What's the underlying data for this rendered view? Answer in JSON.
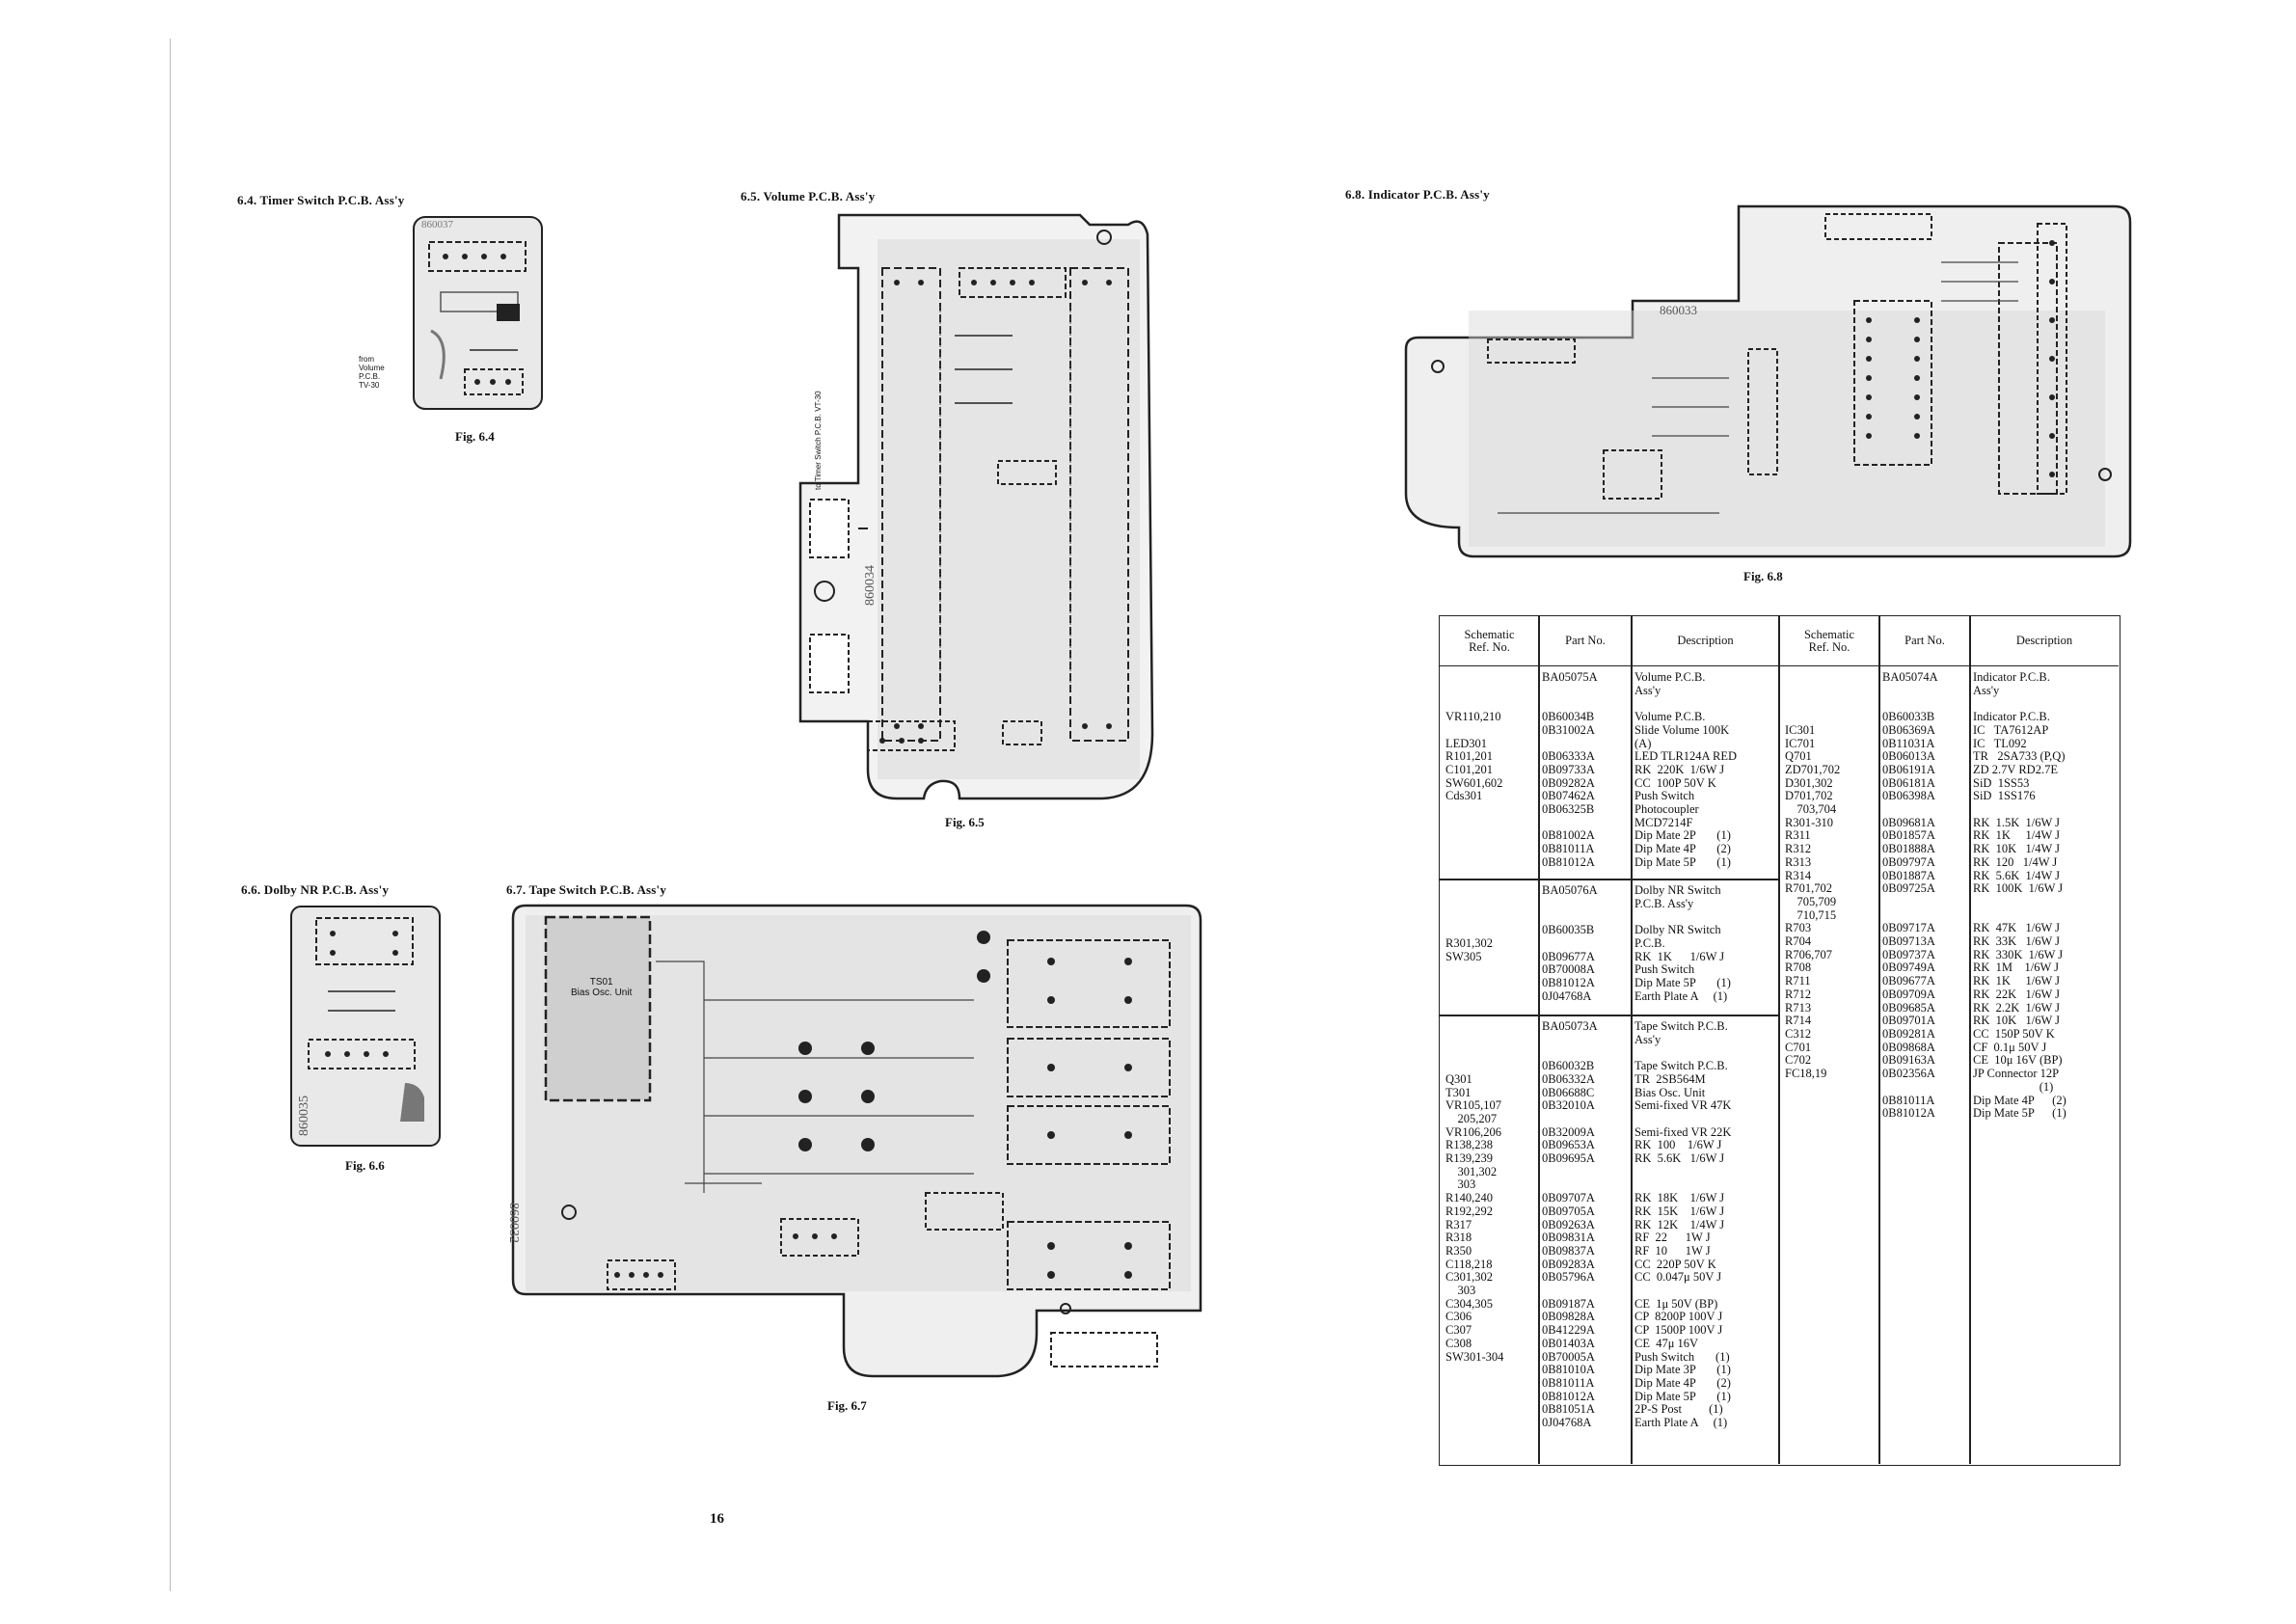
{
  "sections": {
    "s64": "6.4. Timer Switch P.C.B. Ass'y",
    "s65": "6.5. Volume P.C.B. Ass'y",
    "s66": "6.6. Dolby NR P.C.B. Ass'y",
    "s67": "6.7. Tape Switch P.C.B. Ass'y",
    "s68": "6.8. Indicator P.C.B. Ass'y"
  },
  "figures": {
    "f64": "Fig. 6.4",
    "f65": "Fig. 6.5",
    "f66": "Fig. 6.6",
    "f67": "Fig. 6.7",
    "f68": "Fig. 6.8"
  },
  "board_labels": {
    "timer_code": "860037",
    "volume_code": "860034",
    "dolby_code": "860035",
    "tape_code": "860032",
    "indicator_code": "860033",
    "from_volume": "from\nVolume\nP.C.B.\nTV-30",
    "to_timer": "to Timer Switch P.C.B. VT-30",
    "tsoi": "TS01\nBias Osc. Unit"
  },
  "page_number": "16",
  "table": {
    "headers": {
      "ref": "Schematic\nRef. No.",
      "part": "Part No.",
      "desc": "Description"
    },
    "left_groups": [
      {
        "ref": "\n\n\nVR110,210\n\nLED301\nR101,201\nC101,201\nSW601,602\nCds301\n\n\n\n",
        "part": "BA05075A\n\n\n0B60034B\n0B31002A\n\n0B06333A\n0B09733A\n0B09282A\n0B07462A\n0B06325B\n\n0B81002A\n0B81011A\n0B81012A",
        "desc": "Volume P.C.B.\nAss'y\n\nVolume P.C.B.\nSlide Volume 100K\n(A)\nLED TLR124A RED\nRK  220K  1/6W J\nCC  100P 50V K\nPush Switch\nPhotocoupler\nMCD7214F\nDip Mate 2P       (1)\nDip Mate 4P       (2)\nDip Mate 5P       (1)"
      },
      {
        "ref": "\n\n\n\nR301,302\nSW305\n\n",
        "part": "BA05076A\n\n\n0B60035B\n\n0B09677A\n0B70008A\n0B81012A\n0J04768A",
        "desc": "Dolby NR Switch\nP.C.B. Ass'y\n\nDolby NR Switch\nP.C.B.\nRK  1K      1/6W J\nPush Switch\nDip Mate 5P       (1)\nEarth Plate A     (1)"
      },
      {
        "ref": "\n\n\n\nQ301\nT301\nVR105,107\n    205,207\nVR106,206\nR138,238\nR139,239\n    301,302\n    303\nR140,240\nR192,292\nR317\nR318\nR350\nC118,218\nC301,302\n    303\nC304,305\nC306\nC307\nC308\nSW301-304\n\n\n\n\n",
        "part": "BA05073A\n\n\n0B60032B\n0B06332A\n0B06688C\n0B32010A\n\n0B32009A\n0B09653A\n0B09695A\n\n\n0B09707A\n0B09705A\n0B09263A\n0B09831A\n0B09837A\n0B09283A\n0B05796A\n\n0B09187A\n0B09828A\n0B41229A\n0B01403A\n0B70005A\n0B81010A\n0B81011A\n0B81012A\n0B81051A\n0J04768A",
        "desc": "Tape Switch P.C.B.\nAss'y\n\nTape Switch P.C.B.\nTR  2SB564M\nBias Osc. Unit\nSemi-fixed VR 47K\n\nSemi-fixed VR 22K\nRK  100    1/6W J\nRK  5.6K   1/6W J\n\n\nRK  18K    1/6W J\nRK  15K    1/6W J\nRK  12K    1/4W J\nRF  22      1W J\nRF  10      1W J\nCC  220P 50V K\nCC  0.047μ 50V J\n\nCE  1μ 50V (BP)\nCP  8200P 100V J\nCP  1500P 100V J\nCE  47μ 16V\nPush Switch       (1)\nDip Mate 3P       (1)\nDip Mate 4P       (2)\nDip Mate 5P       (1)\n2P-S Post         (1)\nEarth Plate A     (1)"
      }
    ],
    "right_group": {
      "ref": "\n\n\n\nIC301\nIC701\nQ701\nZD701,702\nD301,302\nD701,702\n    703,704\nR301-310\nR311\nR312\nR313\nR314\nR701,702\n    705,709\n    710,715\nR703\nR704\nR706,707\nR708\nR711\nR712\nR713\nR714\nC312\nC701\nC702\nFC18,19",
      "part": "BA05074A\n\n\n0B60033B\n0B06369A\n0B11031A\n0B06013A\n0B06191A\n0B06181A\n0B06398A\n\n0B09681A\n0B01857A\n0B01888A\n0B09797A\n0B01887A\n0B09725A\n\n\n0B09717A\n0B09713A\n0B09737A\n0B09749A\n0B09677A\n0B09709A\n0B09685A\n0B09701A\n0B09281A\n0B09868A\n0B09163A\n0B02356A\n\n0B81011A\n0B81012A",
      "desc": "Indicator P.C.B.\nAss'y\n\nIndicator P.C.B.\nIC   TA7612AP\nIC   TL092\nTR   2SA733 (P,Q)\nZD 2.7V RD2.7E\nSiD  1SS53\nSiD  1SS176\n\nRK  1.5K  1/6W J\nRK  1K     1/4W J\nRK  10K   1/4W J\nRK  120   1/4W J\nRK  5.6K  1/4W J\nRK  100K  1/6W J\n\n\nRK  47K   1/6W J\nRK  33K   1/6W J\nRK  330K  1/6W J\nRK  1M    1/6W J\nRK  1K     1/6W J\nRK  22K   1/6W J\nRK  2.2K  1/6W J\nRK  10K   1/6W J\nCC  150P 50V K\nCF  0.1μ 50V J\nCE  10μ 16V (BP)\nJP Connector 12P\n                      (1)\nDip Mate 4P      (2)\nDip Mate 5P      (1)"
    }
  }
}
